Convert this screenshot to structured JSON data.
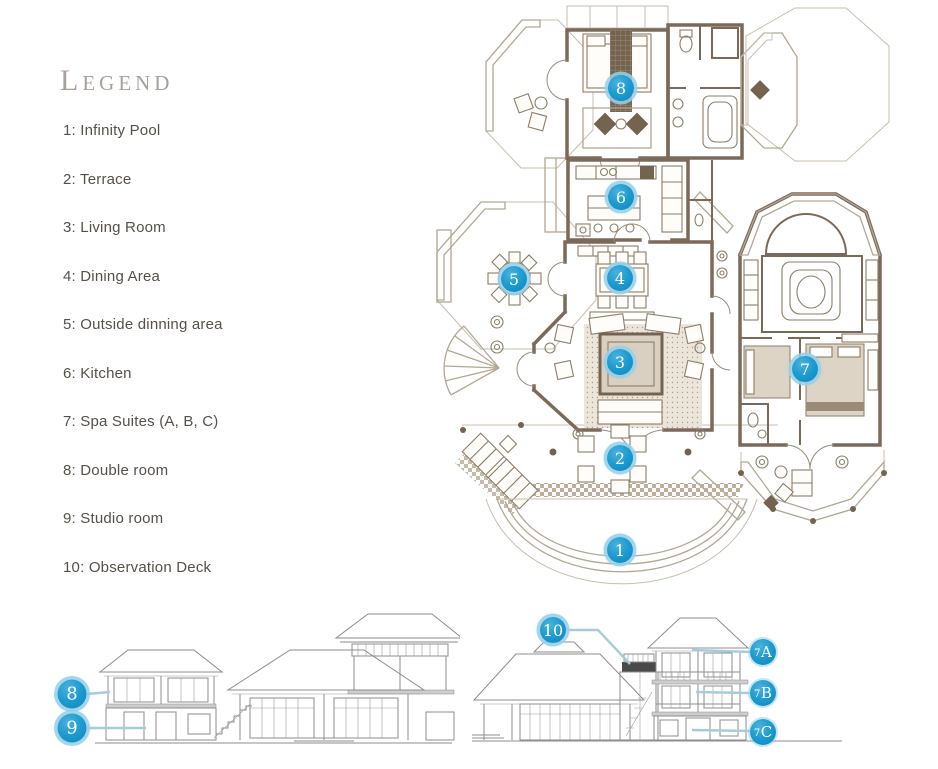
{
  "legend": {
    "title": "Legend",
    "items": [
      {
        "text": "1: Infinity Pool"
      },
      {
        "text": "2: Terrace"
      },
      {
        "text": "3: Living Room"
      },
      {
        "text": "4: Dining Area"
      },
      {
        "text": "5: Outside dinning area"
      },
      {
        "text": "6: Kitchen"
      },
      {
        "text": "7: Spa Suites (A, B, C)"
      },
      {
        "text": "8: Double room"
      },
      {
        "text": "9: Studio room"
      },
      {
        "text": "10: Observation Deck"
      }
    ]
  },
  "floor_plan": {
    "markers": {
      "infinity_pool": {
        "label": "1"
      },
      "terrace": {
        "label": "2"
      },
      "living_room": {
        "label": "3"
      },
      "dining_area": {
        "label": "4"
      },
      "outside_dining": {
        "label": "5"
      },
      "kitchen": {
        "label": "6"
      },
      "spa_suites": {
        "label": "7"
      },
      "double_room": {
        "label": "8"
      }
    }
  },
  "elevations": {
    "left": {
      "markers": {
        "double_room": {
          "label": "8"
        },
        "studio_room": {
          "label": "9"
        }
      }
    },
    "right": {
      "markers": {
        "observation_deck": {
          "label": "10"
        },
        "spa_suite_a": {
          "prefix": "7",
          "letter": "A"
        },
        "spa_suite_b": {
          "prefix": "7",
          "letter": "B"
        },
        "spa_suite_c": {
          "prefix": "7",
          "letter": "C"
        }
      }
    }
  },
  "colors": {
    "marker_blue": "#1d9bd0",
    "marker_ring": "#a8d4e8",
    "plan_wall_brown": "#7b6a59",
    "plan_light_outline": "#c9beac",
    "elevation_gray": "#8d8d8d",
    "leader_blue": "#a7ccd9",
    "legend_text": "#56504a",
    "legend_title": "#a7a19a"
  }
}
